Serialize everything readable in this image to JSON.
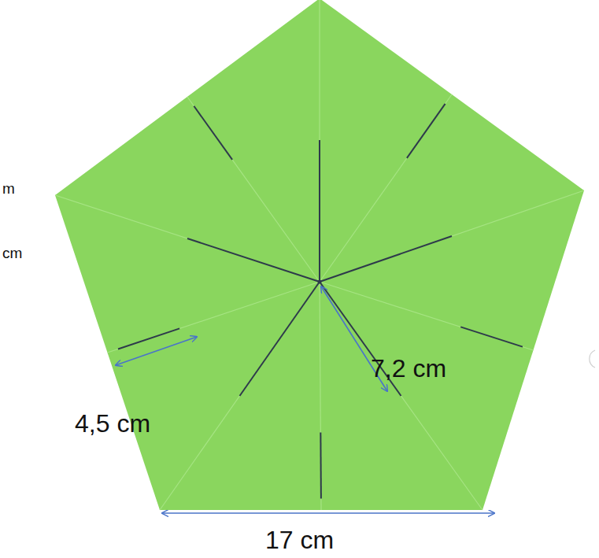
{
  "diagram": {
    "labels": [
      "m",
      "cm",
      "7,2 cm",
      "4,5 cm",
      "17 cm"
    ]
  }
}
